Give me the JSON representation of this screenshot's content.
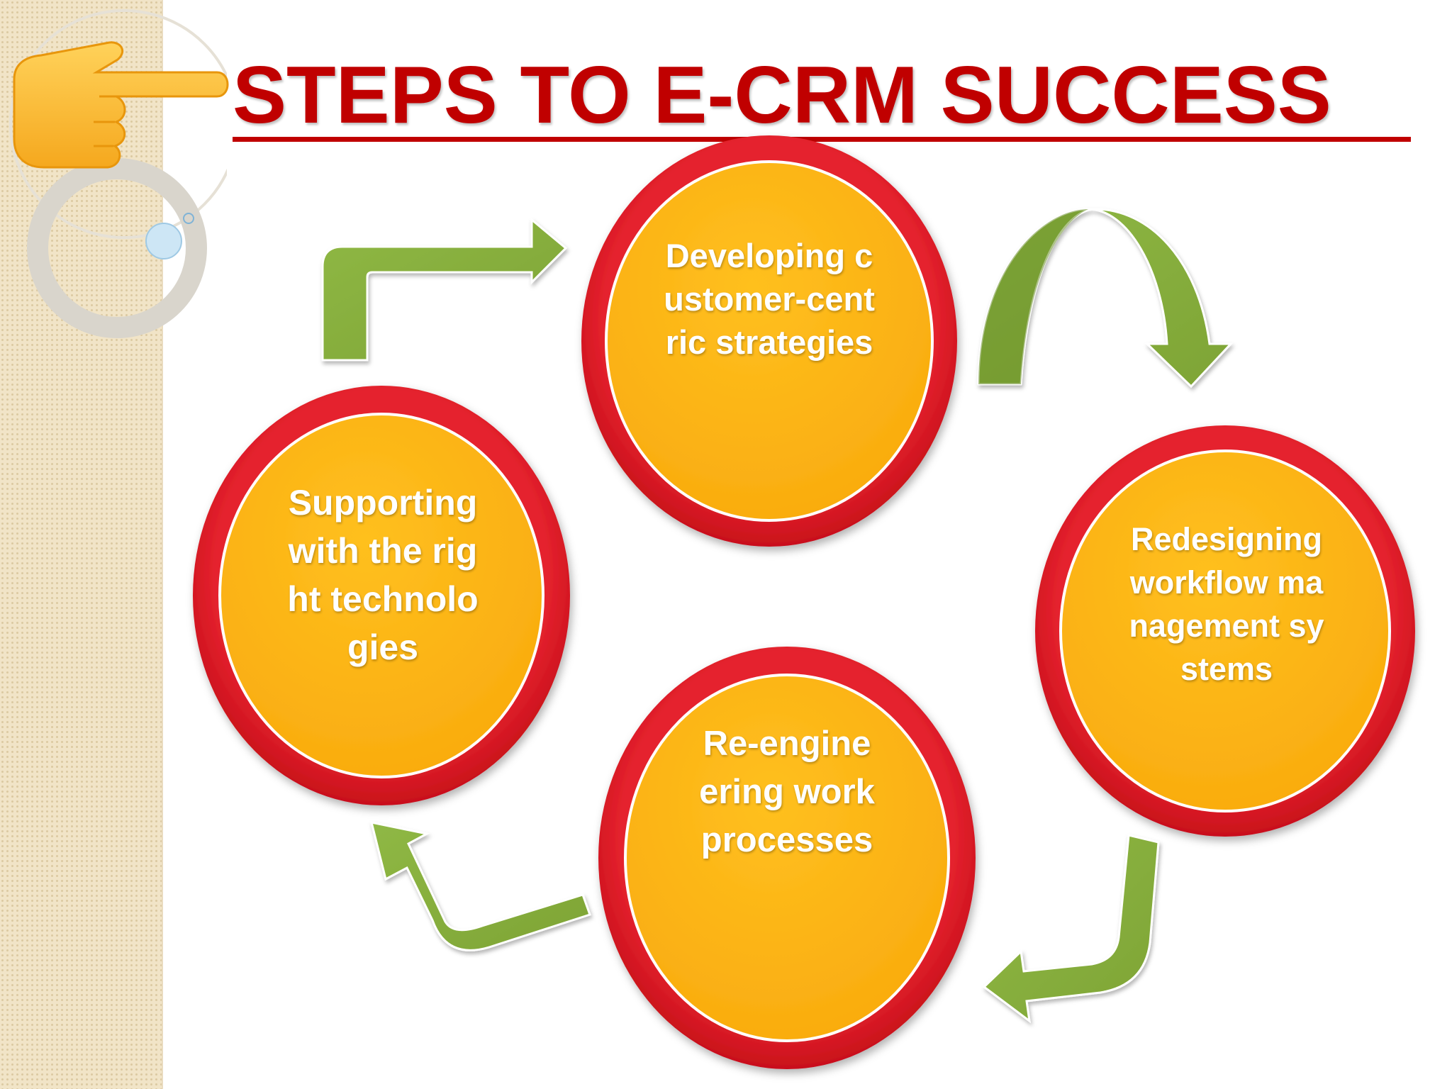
{
  "slide": {
    "title": "STEPS TO E-CRM SUCCESS"
  },
  "steps": {
    "top": "Developing customer-centric strategies",
    "right": "Redesigning workflow management systems",
    "bottom": "Re-engineering work processes",
    "left": "Supporting with the right technologies"
  },
  "colors": {
    "title": "#c00000",
    "ring": "#d7141f",
    "circle_fill": "#ffb815",
    "arrow": "#86ad3b",
    "sidebar": "#f1e4c7"
  },
  "icons": {
    "pointer": "pointing-hand-icon"
  }
}
